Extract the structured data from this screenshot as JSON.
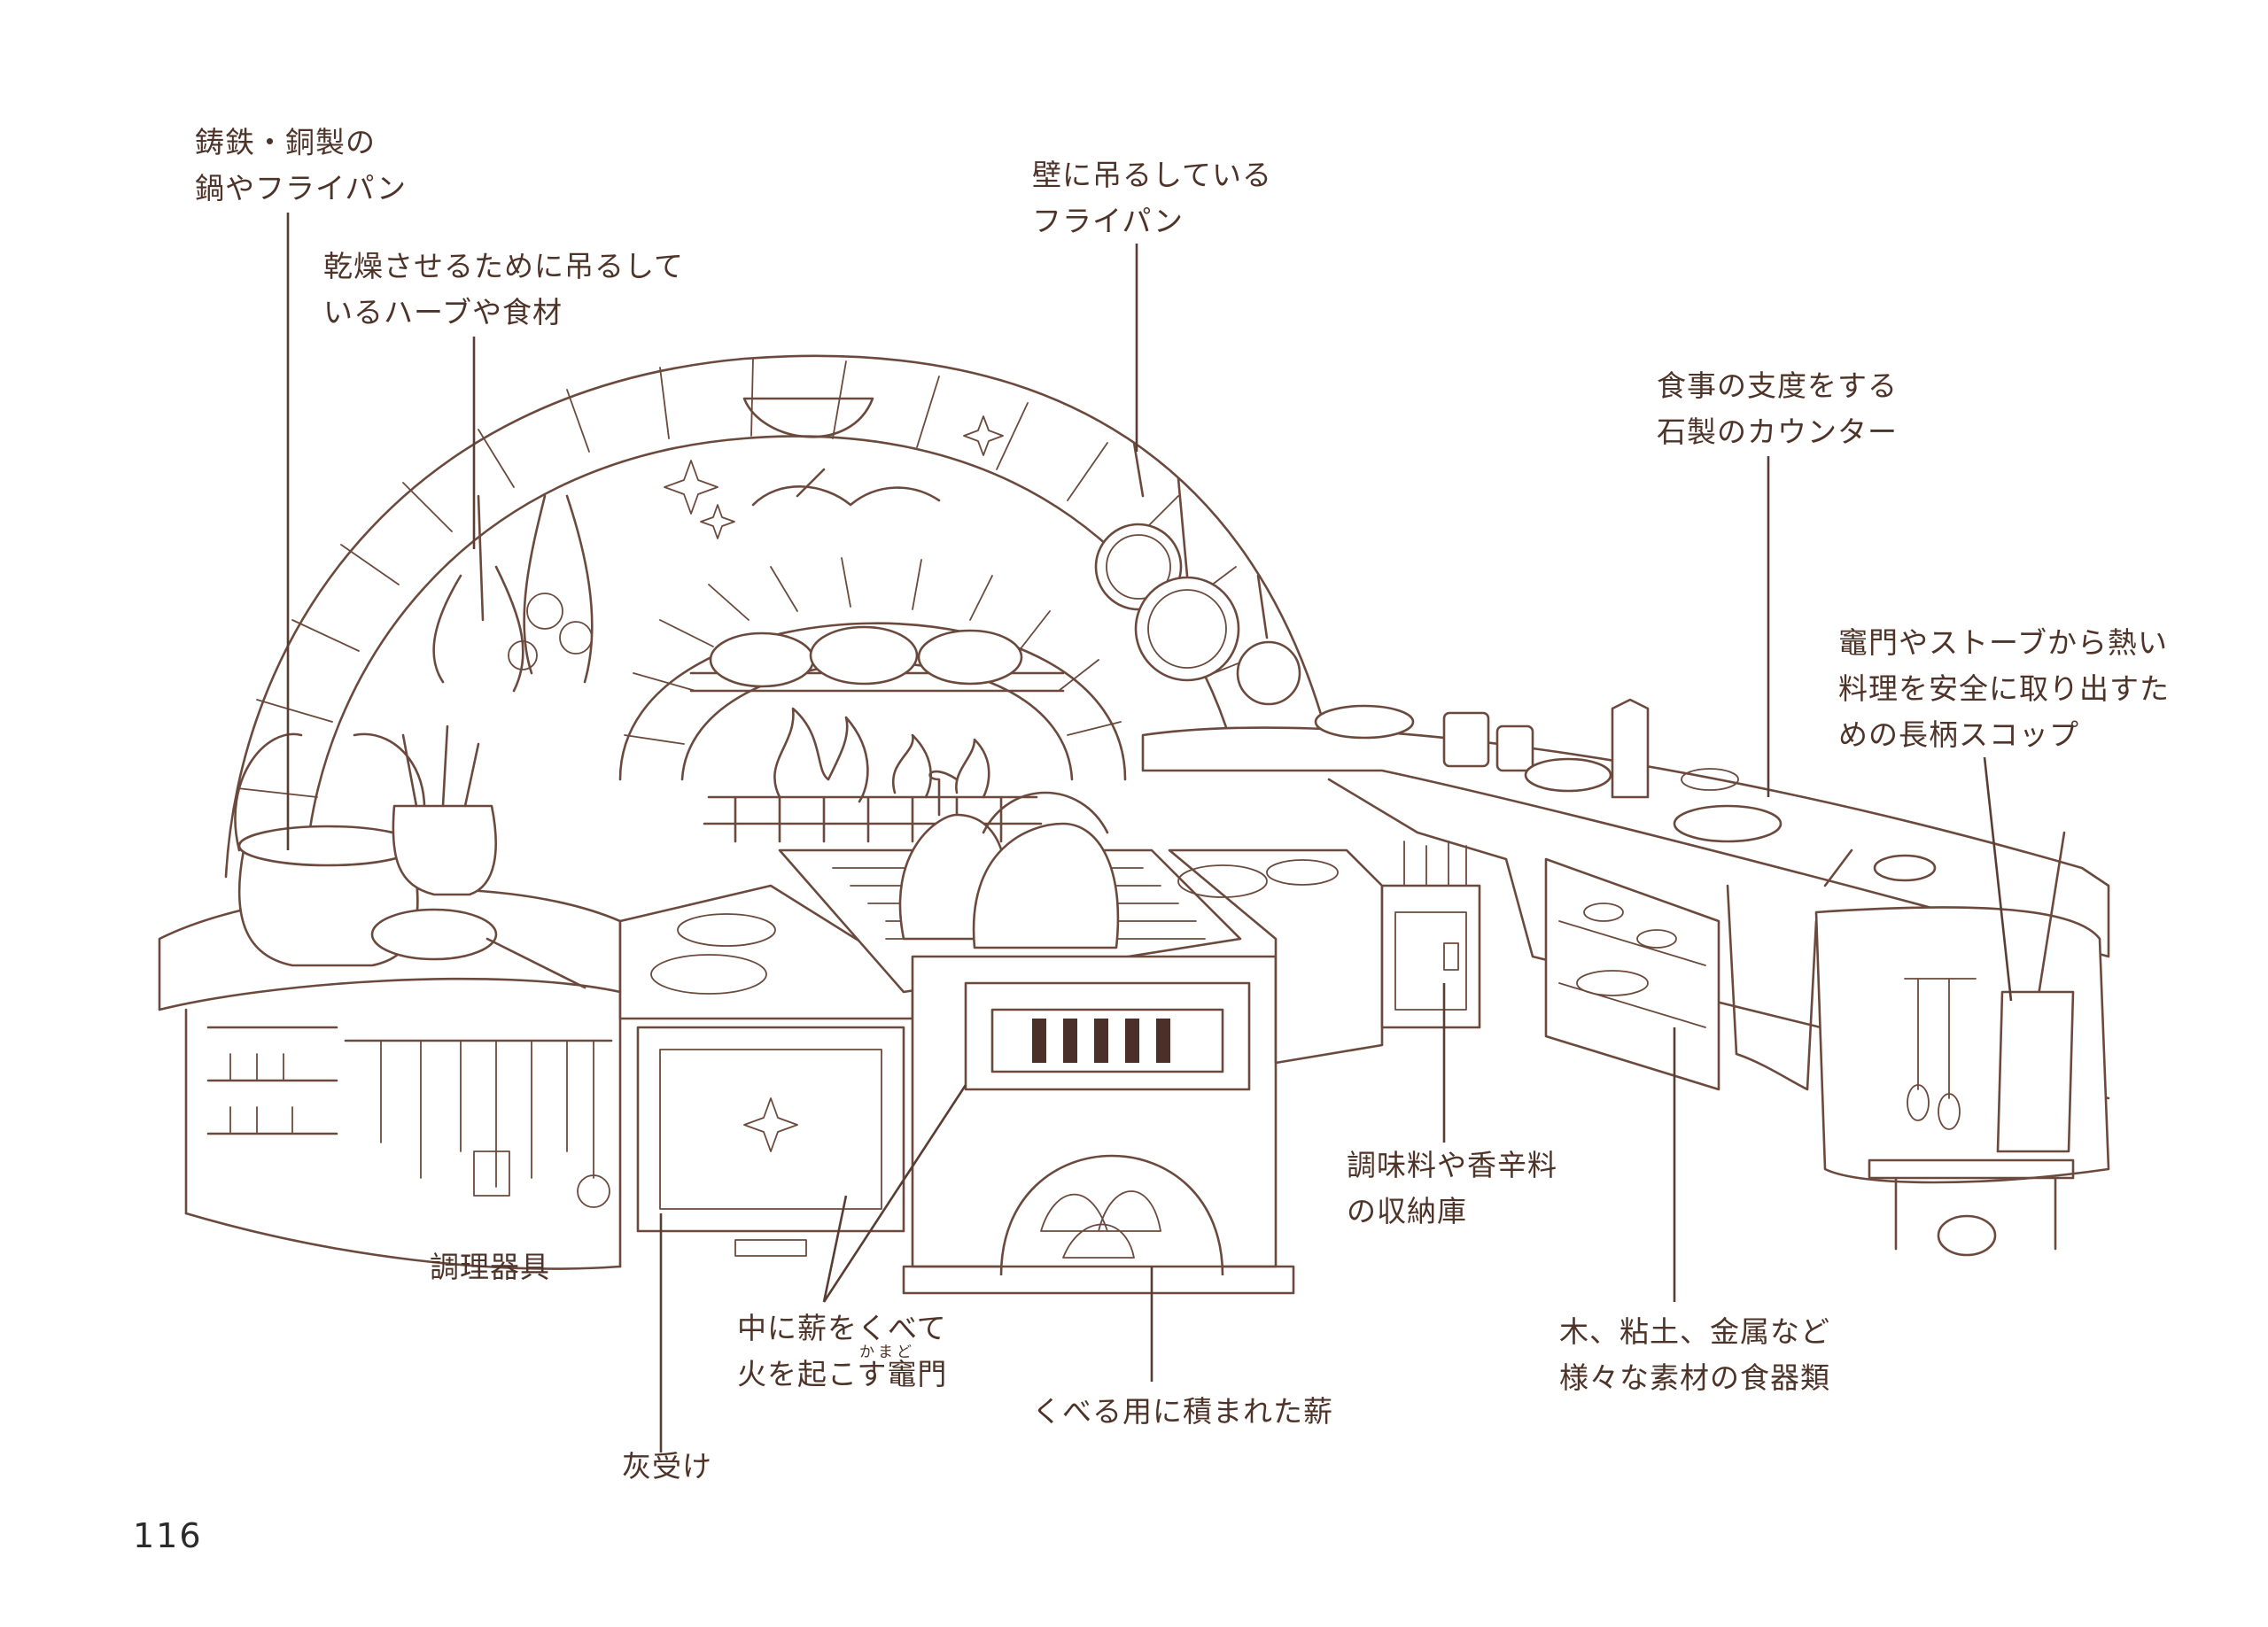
{
  "page_number": "116",
  "callouts": {
    "cast_iron_pans": [
      "鋳鉄・銅製の",
      "鍋やフライパン"
    ],
    "drying_herbs": [
      "乾燥させるために吊るして",
      "いるハーブや食材"
    ],
    "hanging_pan": [
      "壁に吊るしている",
      "フライパン"
    ],
    "stone_counter": [
      "食事の支度をする",
      "石製のカウンター"
    ],
    "long_shovel": [
      "竈門やストーブから熱い",
      "料理を安全に取り出すた",
      "めの長柄スコップ"
    ],
    "spice_storage": [
      "調味料や香辛料",
      "の収納庫"
    ],
    "utensils": [
      "調理器具"
    ],
    "firebox": [
      "中に薪をくべて",
      "火を起こす竈門"
    ],
    "firebox_ruby": "かまど",
    "stacked_firewood": [
      "くべる用に積まれた薪"
    ],
    "ash_tray": [
      "灰受け"
    ],
    "tableware": [
      "木、粘土、金属など",
      "様々な素材の食器類"
    ]
  }
}
